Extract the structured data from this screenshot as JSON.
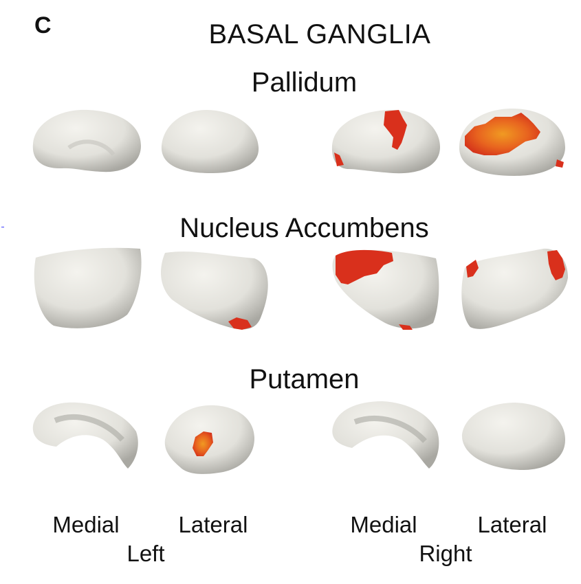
{
  "panel_letter": "C",
  "title": "BASAL GANGLIA",
  "sections": [
    {
      "name": "Pallidum"
    },
    {
      "name": "Nucleus Accumbens"
    },
    {
      "name": "Putamen"
    }
  ],
  "view_labels": [
    "Medial",
    "Lateral",
    "Medial",
    "Lateral"
  ],
  "hemisphere_labels": [
    "Left",
    "Right"
  ],
  "colors": {
    "surface": "#e6e5df",
    "surface_shade": "#b9b8b2",
    "highlight_red": "#d9301c",
    "highlight_orange": "#ee8a1e"
  }
}
